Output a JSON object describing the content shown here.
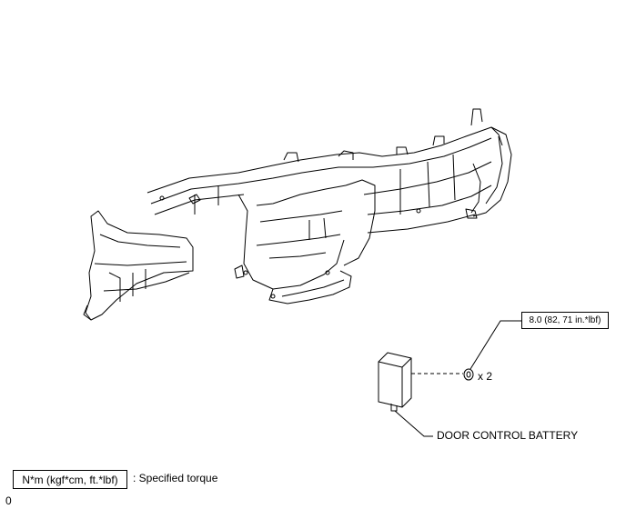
{
  "callouts": {
    "torque_value": "8.0 (82, 71 in.*lbf)",
    "quantity": "x 2",
    "part_name": "DOOR CONTROL BATTERY"
  },
  "legend": {
    "units_box": "N*m (kgf*cm, ft.*lbf)",
    "description": ": Specified torque"
  },
  "footer": {
    "code": "0"
  }
}
